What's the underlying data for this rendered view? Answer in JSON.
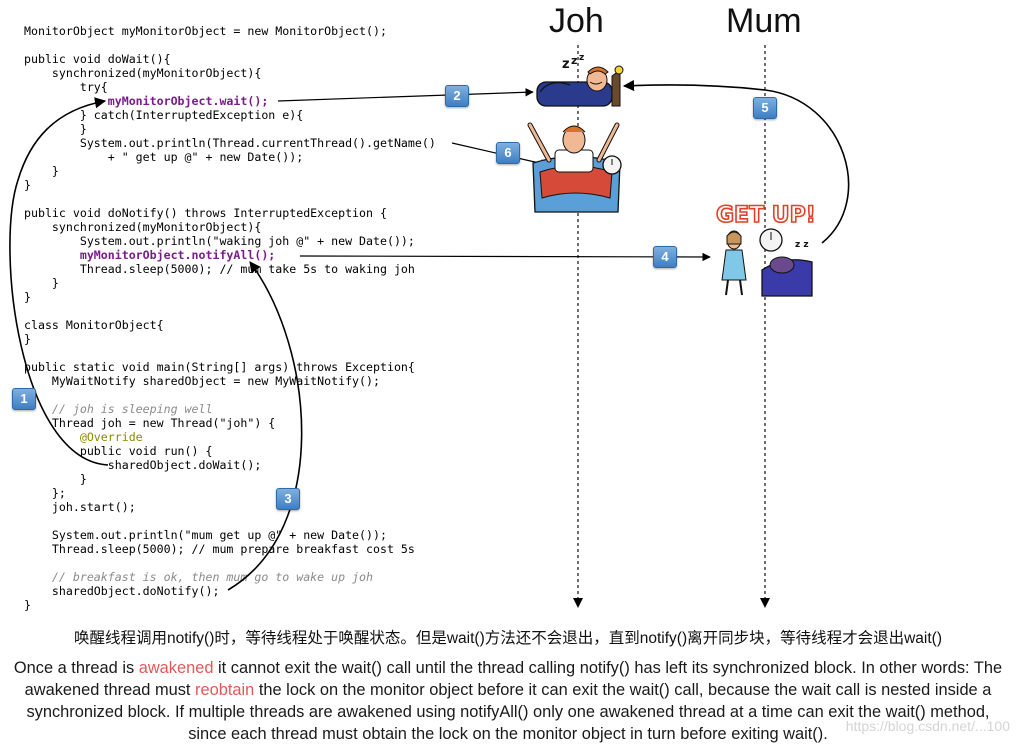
{
  "lanes": {
    "joh": "Joh",
    "mum": "Mum"
  },
  "get_up_text": "GET UP!",
  "steps": [
    "1",
    "2",
    "3",
    "4",
    "5",
    "6"
  ],
  "code_lines": [
    "MonitorObject myMonitorObject = new MonitorObject();",
    "",
    "public void doWait(){",
    "    synchronized(myMonitorObject){",
    "        try{",
    "            myMonitorObject.wait();",
    "        } catch(InterruptedException e){",
    "        }",
    "        System.out.println(Thread.currentThread().getName()",
    "            + \" get up @\" + new Date());",
    "    }",
    "}",
    "",
    "public void doNotify() throws InterruptedException {",
    "    synchronized(myMonitorObject){",
    "        System.out.println(\"waking joh @\" + new Date());",
    "        myMonitorObject.notifyAll();",
    "        Thread.sleep(5000); // mum take 5s to waking joh",
    "    }",
    "}",
    "",
    "class MonitorObject{",
    "}",
    "",
    "public static void main(String[] args) throws Exception{",
    "    MyWaitNotify sharedObject = new MyWaitNotify();",
    "",
    "    // joh is sleeping well",
    "    Thread joh = new Thread(\"joh\") {",
    "        @Override",
    "        public void run() {",
    "            sharedObject.doWait();",
    "        }",
    "    };",
    "    joh.start();",
    "",
    "    System.out.println(\"mum get up @\" + new Date());",
    "    Thread.sleep(5000); // mum prepare breakfast cost 5s",
    "",
    "    // breakfast is ok, then mum go to wake up joh",
    "    sharedObject.doNotify();",
    "}"
  ],
  "caption_zh": "唤醒线程调用notify()时，等待线程处于唤醒状态。但是wait()方法还不会退出，直到notify()离开同步块，等待线程才会退出wait()",
  "caption_en": {
    "p1": "Once a thread is ",
    "h1": "awakened",
    "p2": " it cannot exit the wait() call until the thread calling notify() has left its synchronized block. In other words: The awakened thread must ",
    "h2": "reobtain",
    "p3": " the lock on the monitor object before it can exit the wait() call, because the wait call is nested inside a synchronized block. If multiple threads are awakened using notifyAll() only one awakened thread at a time can exit the wait() method, since each thread must obtain the lock on the monitor object in turn before exiting wait()."
  },
  "watermark": "https://blog.csdn.net/...100",
  "colors": {
    "keyword": "#0b1ea8",
    "field": "#7a1b8c",
    "string": "#1a8a1a",
    "comment": "#8a8a8a",
    "highlight": "#e05a5a",
    "badge": "#4f8fd0"
  }
}
